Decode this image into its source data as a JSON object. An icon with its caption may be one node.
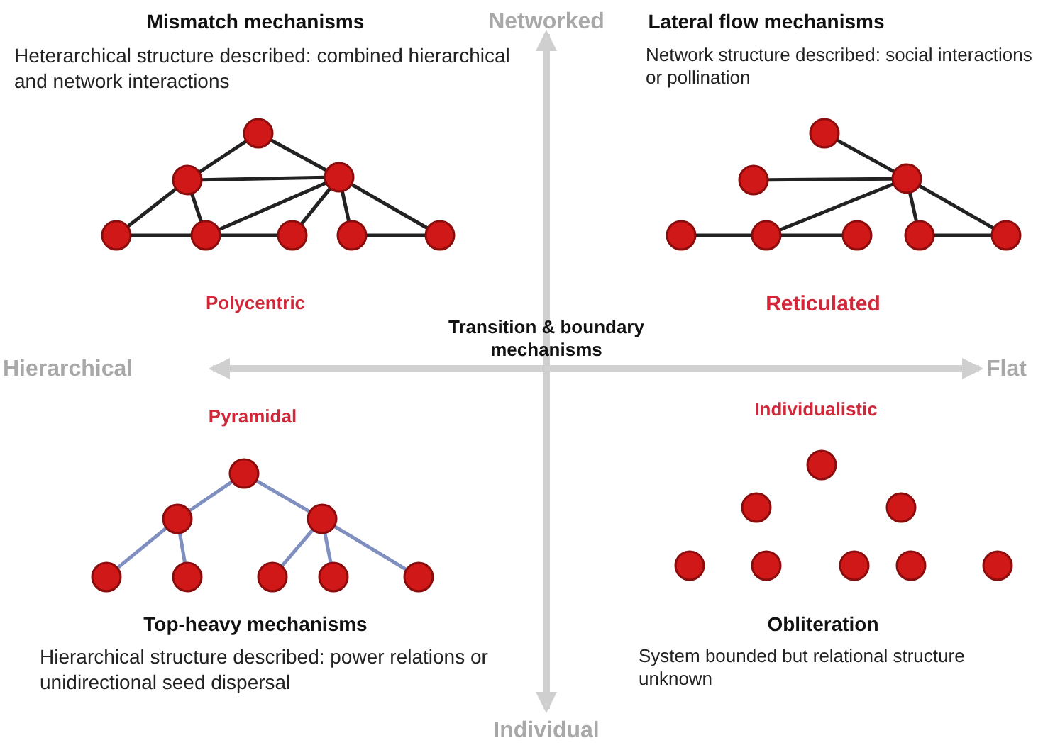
{
  "diagram": {
    "nodes": [
      {
        "text": [],
        "shape": "circle"
      },
      {
        "text": [],
        "shape": "circle"
      },
      {
        "text": [],
        "shape": "circle"
      },
      {
        "text": [],
        "shape": "circle"
      },
      {
        "text": [],
        "shape": "circle"
      },
      {
        "text": [],
        "shape": "circle"
      },
      {
        "text": [],
        "shape": "circle"
      },
      {
        "text": [],
        "shape": "circle"
      },
      {
        "text": [],
        "shape": "circle"
      },
      {
        "text": [],
        "shape": "circle"
      },
      {
        "text": [],
        "shape": "circle"
      },
      {
        "text": [],
        "shape": "circle"
      },
      {
        "text": [],
        "shape": "circle"
      },
      {
        "text": [],
        "shape": "circle"
      },
      {
        "text": [],
        "shape": "circle"
      },
      {
        "text": [],
        "shape": "circle"
      },
      {
        "text": [],
        "shape": "circle"
      },
      {
        "text": [],
        "shape": "circle"
      },
      {
        "text": [],
        "shape": "circle"
      },
      {
        "text": [],
        "shape": "circle"
      },
      {
        "text": [],
        "shape": "circle"
      },
      {
        "text": [],
        "shape": "circle"
      },
      {
        "text": [],
        "shape": "circle"
      },
      {
        "text": [],
        "shape": "circle"
      },
      {
        "text": [],
        "shape": "circle"
      },
      {
        "text": [],
        "shape": "circle"
      },
      {
        "text": [],
        "shape": "circle"
      },
      {
        "text": [],
        "shape": "circle"
      },
      {
        "text": [],
        "shape": "circle"
      },
      {
        "text": [],
        "shape": "circle"
      },
      {
        "text": [],
        "shape": "circle"
      },
      {
        "text": [],
        "shape": "circle"
      }
    ],
    "edges": [
      {
        "from": 0,
        "to": 1,
        "arrow": "none"
      },
      {
        "from": 0,
        "to": 2,
        "arrow": "none"
      },
      {
        "from": 1,
        "to": 2,
        "arrow": "none"
      },
      {
        "from": 1,
        "to": 3,
        "arrow": "none"
      },
      {
        "from": 1,
        "to": 4,
        "arrow": "none"
      },
      {
        "from": 2,
        "to": 4,
        "arrow": "none"
      },
      {
        "from": 2,
        "to": 5,
        "arrow": "none"
      },
      {
        "from": 2,
        "to": 6,
        "arrow": "none"
      },
      {
        "from": 2,
        "to": 7,
        "arrow": "none"
      },
      {
        "from": 3,
        "to": 4,
        "arrow": "none"
      },
      {
        "from": 4,
        "to": 5,
        "arrow": "none"
      },
      {
        "from": 6,
        "to": 7,
        "arrow": "none"
      },
      {
        "from": 8,
        "to": 10,
        "arrow": "none"
      },
      {
        "from": 9,
        "to": 10,
        "arrow": "none"
      },
      {
        "from": 10,
        "to": 12,
        "arrow": "none"
      },
      {
        "from": 10,
        "to": 14,
        "arrow": "none"
      },
      {
        "from": 10,
        "to": 15,
        "arrow": "none"
      },
      {
        "from": 11,
        "to": 12,
        "arrow": "none"
      },
      {
        "from": 12,
        "to": 13,
        "arrow": "none"
      },
      {
        "from": 14,
        "to": 15,
        "arrow": "none"
      },
      {
        "from": 16,
        "to": 17,
        "arrow": "none",
        "color": "#7f8fc0"
      },
      {
        "from": 16,
        "to": 18,
        "arrow": "none",
        "color": "#7f8fc0"
      },
      {
        "from": 17,
        "to": 19,
        "arrow": "none",
        "color": "#7f8fc0"
      },
      {
        "from": 17,
        "to": 20,
        "arrow": "none",
        "color": "#7f8fc0"
      },
      {
        "from": 18,
        "to": 21,
        "arrow": "none",
        "color": "#7f8fc0"
      },
      {
        "from": 18,
        "to": 22,
        "arrow": "none",
        "color": "#7f8fc0"
      },
      {
        "from": 18,
        "to": 23,
        "arrow": "none",
        "color": "#7f8fc0"
      }
    ],
    "labels": [
      "Mismatch mechanisms",
      "Networked",
      "Lateral flow mechanisms",
      "Heterarchical structure described: combined hierarchical and network interactions",
      "Network structure described: social interactions or pollination",
      "Polycentric",
      "Reticulated",
      "Transition & boundary mechanisms",
      "Hierarchical",
      "Flat",
      "Pyramidal",
      "Individualistic",
      "Top-heavy mechanisms",
      "Obliteration",
      "Hierarchical structure described: power relations or unidirectional seed dispersal",
      "System bounded but relational structure unknown",
      "Individual"
    ]
  }
}
